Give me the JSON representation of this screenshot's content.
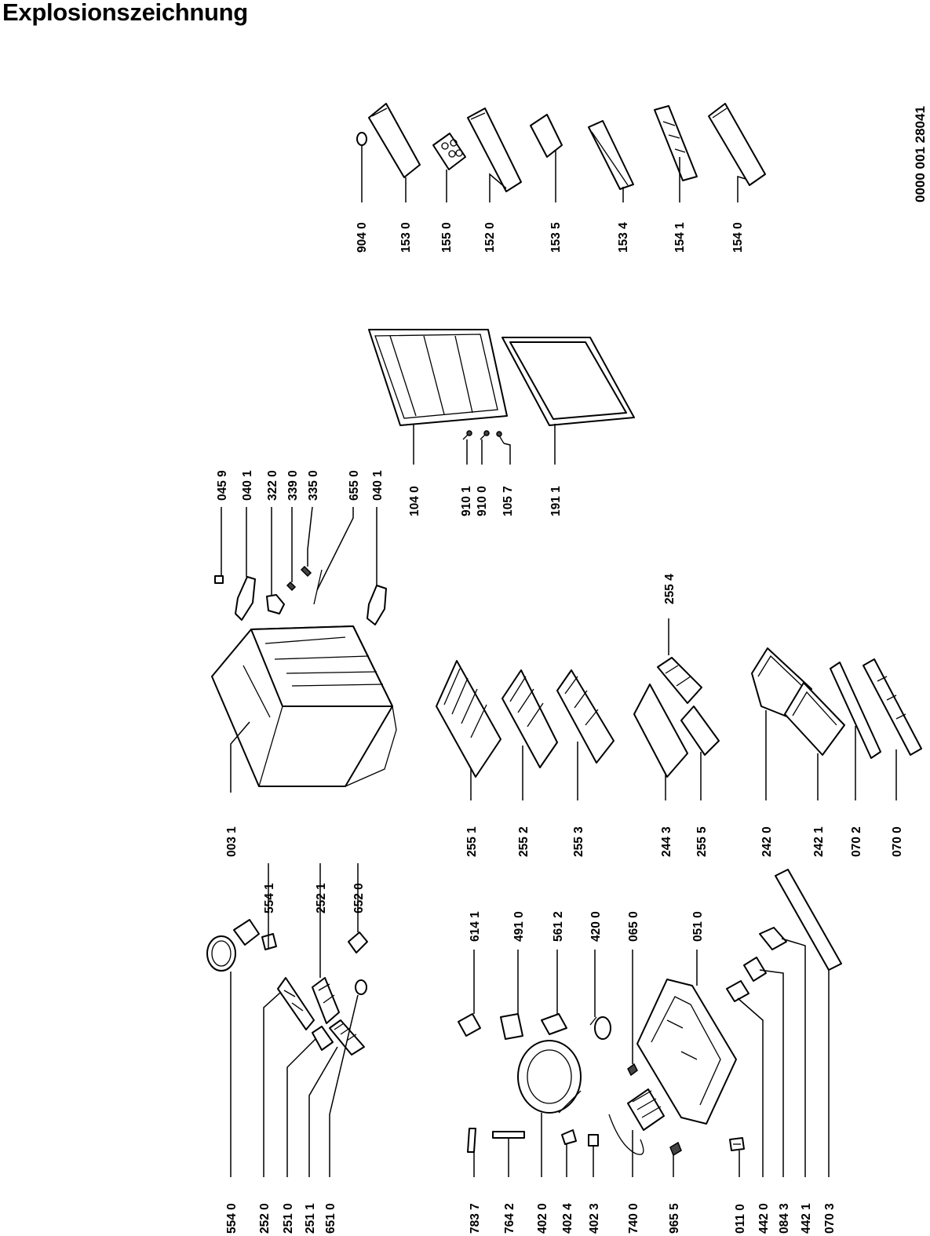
{
  "title": "Explosionszeichnung",
  "document_number": "0000 001 28041",
  "labels": {
    "p9040": "904 0",
    "p1530": "153 0",
    "p1550": "155 0",
    "p1520": "152 0",
    "p1535": "153 5",
    "p1534": "153 4",
    "p1541": "154 1",
    "p1540": "154 0",
    "p0459": "045 9",
    "p0401a": "040 1",
    "p3220": "322 0",
    "p3390": "339 0",
    "p3350": "335 0",
    "p6550": "655 0",
    "p0401b": "040 1",
    "p1040": "104 0",
    "p9101": "910 1",
    "p9100": "910 0",
    "p1057": "105 7",
    "p1911": "191 1",
    "p2554": "255 4",
    "p0031": "003 1",
    "p5541": "554 1",
    "p2521": "252 1",
    "p6520": "652 0",
    "p2551": "255 1",
    "p2552": "255 2",
    "p2553": "255 3",
    "p2443": "244 3",
    "p2555": "255 5",
    "p2420": "242 0",
    "p2421": "242 1",
    "p0702": "070 2",
    "p0700": "070 0",
    "p6141": "614 1",
    "p4910": "491 0",
    "p5612": "561 2",
    "p4200": "420 0",
    "p0650": "065 0",
    "p0510": "051 0",
    "p5540": "554 0",
    "p2520": "252 0",
    "p2510": "251 0",
    "p2511": "251 1",
    "p6510": "651 0",
    "p7837": "783 7",
    "p7642": "764 2",
    "p4020": "402 0",
    "p4024": "402 4",
    "p4023": "402 3",
    "p7400": "740 0",
    "p9655": "965 5",
    "p0110": "011 0",
    "p4420": "442 0",
    "p0843": "084 3",
    "p4421": "442 1",
    "p0703": "070 3"
  }
}
